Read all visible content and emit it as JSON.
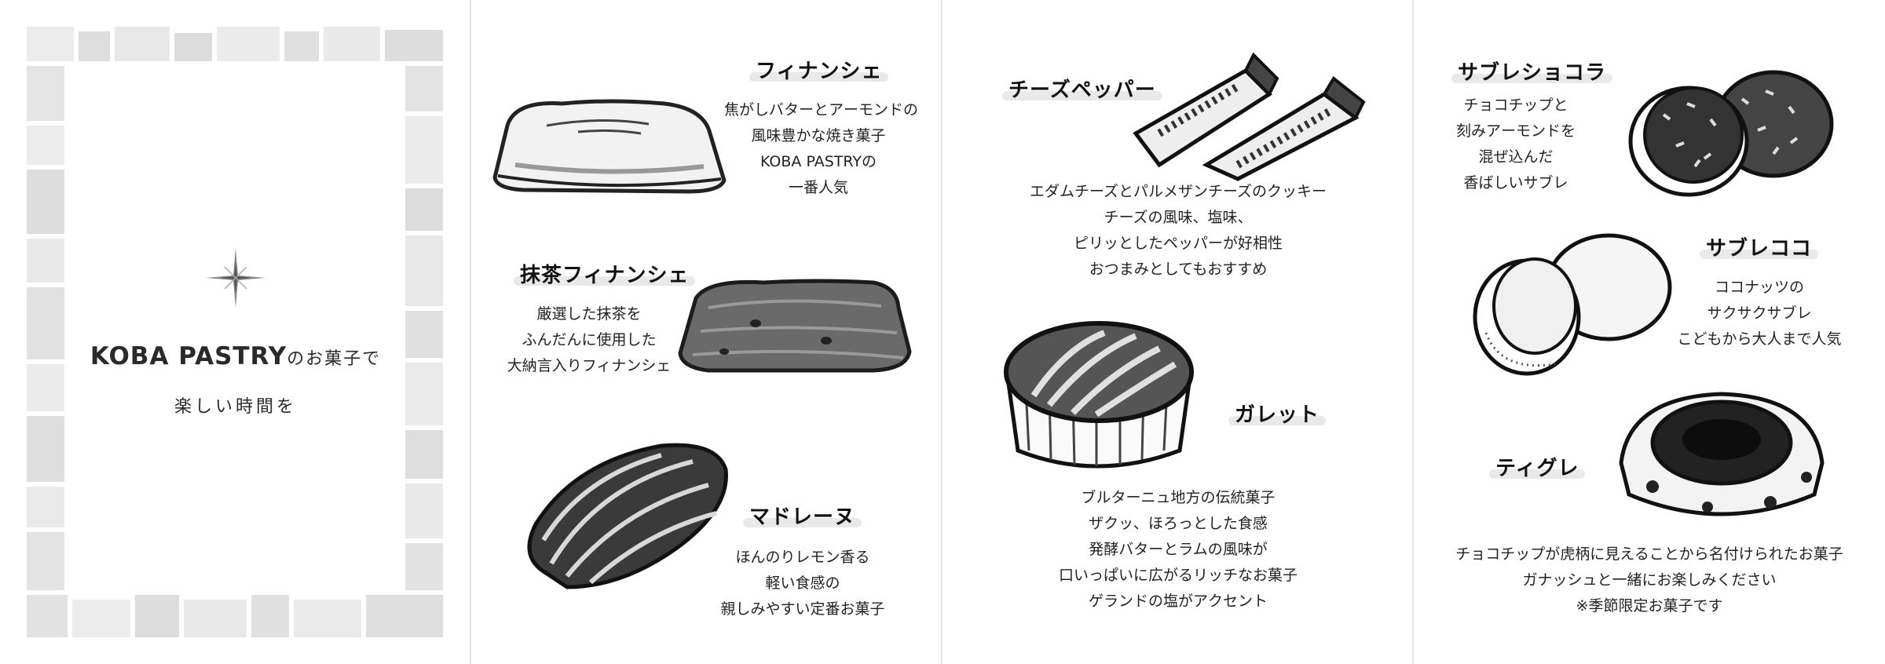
{
  "cover": {
    "brand": "KOBA PASTRY",
    "title_suffix": "のお菓子で",
    "subtitle": "楽しい時間を",
    "icon": "sparkle-icon"
  },
  "items": {
    "financier": {
      "name": "フィナンシェ",
      "lines": [
        "焦がしバターとアーモンドの",
        "風味豊かな焼き菓子",
        "KOBA PASTRYの",
        "一番人気"
      ]
    },
    "matcha_financier": {
      "name": "抹茶フィナンシェ",
      "lines": [
        "厳選した抹茶を",
        "ふんだんに使用した",
        "大納言入りフィナンシェ"
      ]
    },
    "madeleine": {
      "name": "マドレーヌ",
      "lines": [
        "ほんのりレモン香る",
        "軽い食感の",
        "親しみやすい定番お菓子"
      ]
    },
    "cheese_pepper": {
      "name": "チーズペッパー",
      "lines": [
        "エダムチーズとパルメザンチーズのクッキー",
        "チーズの風味、塩味、",
        "ピリッとしたペッパーが好相性",
        "おつまみとしてもおすすめ"
      ]
    },
    "galette": {
      "name": "ガレット",
      "lines": [
        "ブルターニュ地方の伝統菓子",
        "ザクッ、ほろっとした食感",
        "発酵バターとラムの風味が",
        "口いっぱいに広がるリッチなお菓子",
        "ゲランドの塩がアクセント"
      ]
    },
    "sable_chocolat": {
      "name": "サブレショコラ",
      "lines": [
        "チョコチップと",
        "刻みアーモンドを",
        "混ぜ込んだ",
        "香ばしいサブレ"
      ]
    },
    "sable_coco": {
      "name": "サブレココ",
      "lines": [
        "ココナッツの",
        "サクサクサブレ",
        "こどもから大人まで人気"
      ]
    },
    "tigre": {
      "name": "ティグレ",
      "lines": [
        "チョコチップが虎柄に見えることから名付けられたお菓子",
        "ガナッシュと一緒にお楽しみください",
        "※季節限定お菓子です"
      ]
    }
  }
}
